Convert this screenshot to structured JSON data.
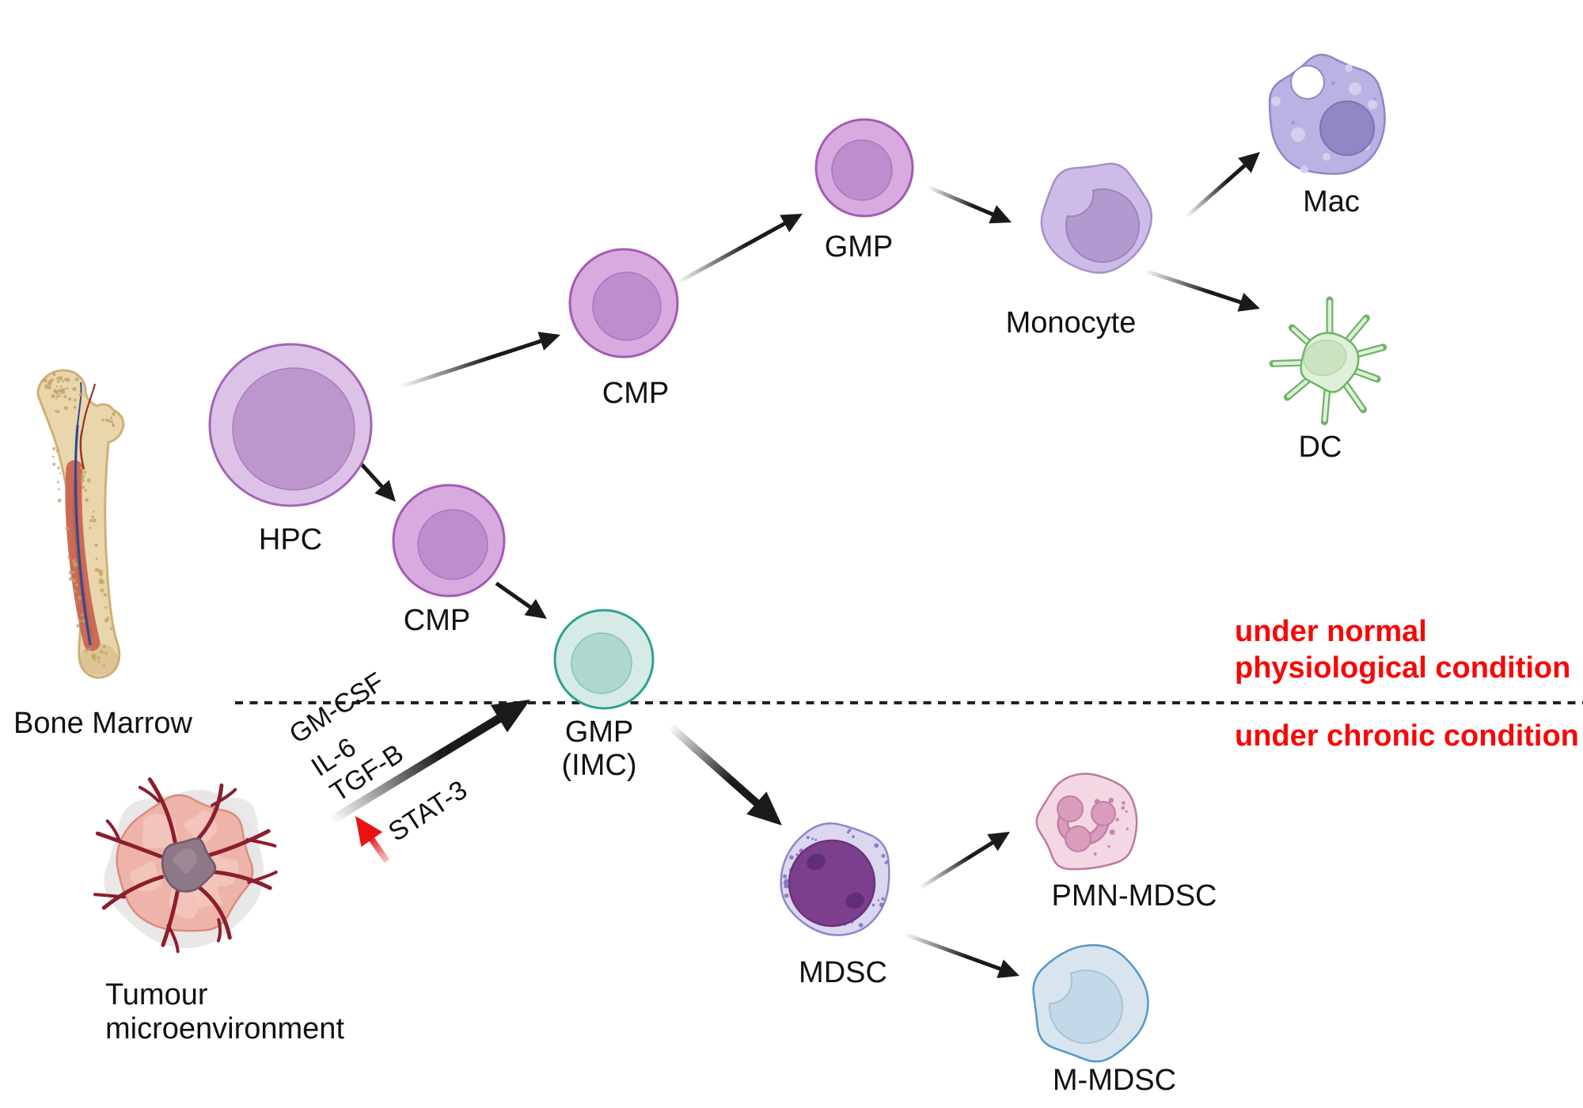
{
  "illustrations": {
    "bone_marrow_label": "Bone Marrow",
    "tumour_label_line1": "Tumour",
    "tumour_label_line2": "microenvironment"
  },
  "pathway_normal": {
    "hpc": "HPC",
    "cmp_upper": "CMP",
    "gmp": "GMP",
    "monocyte": "Monocyte",
    "mac": "Mac",
    "dc": "DC"
  },
  "pathway_chronic": {
    "cmp_lower": "CMP",
    "gmp_imc_line1": "GMP",
    "gmp_imc_line2": "(IMC)",
    "mdsc": "MDSC",
    "pmn_mdsc": "PMN-MDSC",
    "m_mdsc": "M-MDSC"
  },
  "factors": {
    "gm_csf": "GM-CSF",
    "il_6": "IL-6",
    "tgf_b": "TGF-B",
    "stat_3": "STAT-3"
  },
  "conditions": {
    "normal_line1": "under normal",
    "normal_line2": "physiological condition",
    "chronic": "under chronic condition"
  },
  "colors": {
    "background": "#ffffff",
    "arrow_black": "#1a1a1a",
    "stat3_arrow_red": "#e81414",
    "condition_text_red": "#f80707",
    "label_text": "#111111",
    "dashed_line": "#222222",
    "hpc_outer_fill": "#dcc2e7",
    "hpc_outer_stroke": "#a365b5",
    "hpc_inner_fill": "#bd96cd",
    "hpc_inner_stroke": "#aa7cbc",
    "progenitor_outer_fill": "#d8abe0",
    "progenitor_outer_stroke": "#a45ab4",
    "progenitor_inner_fill": "#bd8ecd",
    "progenitor_inner_stroke": "#ab74bd",
    "imc_outer_fill": "#d6ebe6",
    "imc_outer_stroke": "#2fa093",
    "imc_inner_fill": "#aed7cf",
    "imc_inner_stroke": "#84c2b8",
    "monocyte_fill": "#ccbce7",
    "monocyte_stroke": "#a78fc9",
    "monocyte_nucleus": "#b29ad0",
    "monocyte_nucleus_stroke": "#9d82bf",
    "mac_fill": "#b9b2e3",
    "mac_stroke": "#8f87c6",
    "mac_nucleus": "#8f88c5",
    "mac_nucleus_stroke": "#7b73b4",
    "mac_vesicle": "#d3cff0",
    "mac_dot": "#978fd0",
    "dc_fill": "#def0d7",
    "dc_stroke": "#6fb367",
    "dc_nucleus": "#cbe3c0",
    "dc_nucleus_stroke": "#b7d6aa",
    "mdsc_membrane_fill": "#dcd7f0",
    "mdsc_membrane_stroke": "#8d86c8",
    "mdsc_dot": "#7a6fbd",
    "mdsc_nucleus": "#7c3f8e",
    "mdsc_nucleus_stroke": "#6a3379",
    "mdsc_spot": "#602e74",
    "pmn_fill": "#f3d8e4",
    "pmn_stroke": "#bd7aa0",
    "pmn_nucleus": "#d99cba",
    "pmn_nucleus_stroke": "#c180a5",
    "pmn_dot": "#c2739c",
    "mmdsc_fill": "#d8e5ee",
    "mmdsc_stroke": "#5598c4",
    "mmdsc_nucleus": "#c3d9e7",
    "mmdsc_nucleus_stroke": "#a6c4d8",
    "bone_fill": "#e9d6ac",
    "bone_stroke": "#cdb079",
    "bone_stipple": "#c5a266",
    "bone_marrow_red": "#cb6a57",
    "bone_marrow_dark": "#b95948",
    "bone_vessel_blue": "#2f4c8d",
    "bone_vessel_red": "#973231",
    "tumour_halo": "#e7e4e5",
    "tumour_body_fill": "#eeb4a9",
    "tumour_body_stroke": "#d98d7e",
    "tumour_lump": "#f3c6bb",
    "tumour_core_fill": "#8e7887",
    "tumour_core_stroke": "#6f5a6c",
    "tumour_core_light": "#a08b99",
    "tumour_vessel": "#8c1e2e"
  }
}
